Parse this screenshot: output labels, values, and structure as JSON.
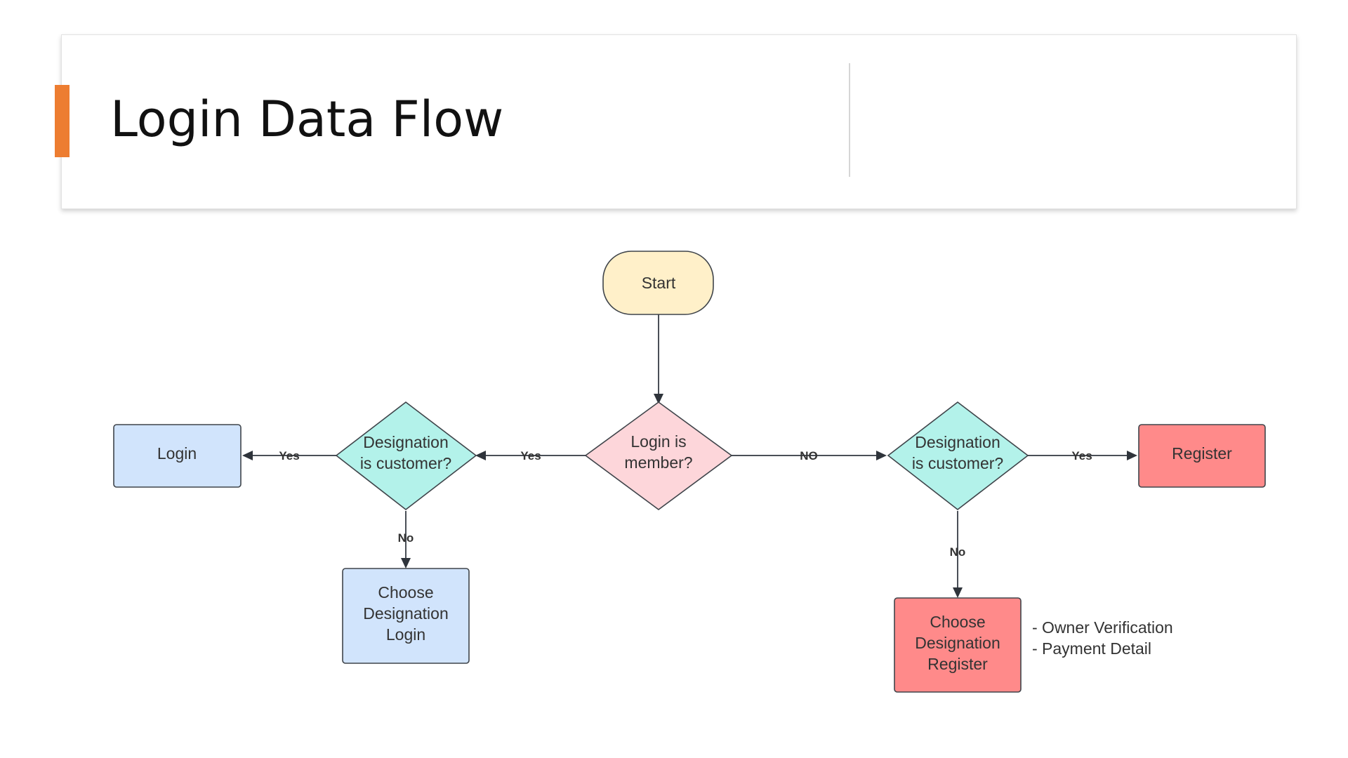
{
  "slide": {
    "title": "Login Data Flow",
    "accent_color": "#ED7D31"
  },
  "nodes": {
    "start": {
      "label": "Start",
      "shape": "terminator",
      "fill": "#FFF0C9"
    },
    "login_member": {
      "lines": [
        "Login is",
        "member?"
      ],
      "shape": "decision",
      "fill": "#FDD6DA"
    },
    "designation_left": {
      "lines": [
        "Designation",
        "is customer?"
      ],
      "shape": "decision",
      "fill": "#B3F2EA"
    },
    "designation_right": {
      "lines": [
        "Designation",
        "is customer?"
      ],
      "shape": "decision",
      "fill": "#B3F2EA"
    },
    "login": {
      "label": "Login",
      "shape": "process",
      "fill": "#D1E4FC"
    },
    "choose_login": {
      "lines": [
        "Choose",
        "Designation",
        "Login"
      ],
      "shape": "process",
      "fill": "#D1E4FC"
    },
    "register": {
      "label": "Register",
      "shape": "process",
      "fill": "#FF8A8A"
    },
    "choose_register": {
      "lines": [
        "Choose",
        "Designation",
        "Register"
      ],
      "shape": "process",
      "fill": "#FF8A8A"
    }
  },
  "edges": {
    "start_to_member": {
      "label": ""
    },
    "member_to_left": {
      "label": "Yes"
    },
    "member_to_right": {
      "label": "NO"
    },
    "left_to_login": {
      "label": "Yes"
    },
    "left_to_choose_login": {
      "label": "No"
    },
    "right_to_register": {
      "label": "Yes"
    },
    "right_to_choose_register": {
      "label": "No"
    }
  },
  "notes": {
    "register_details": [
      "- Owner Verification",
      "- Payment Detail"
    ]
  }
}
